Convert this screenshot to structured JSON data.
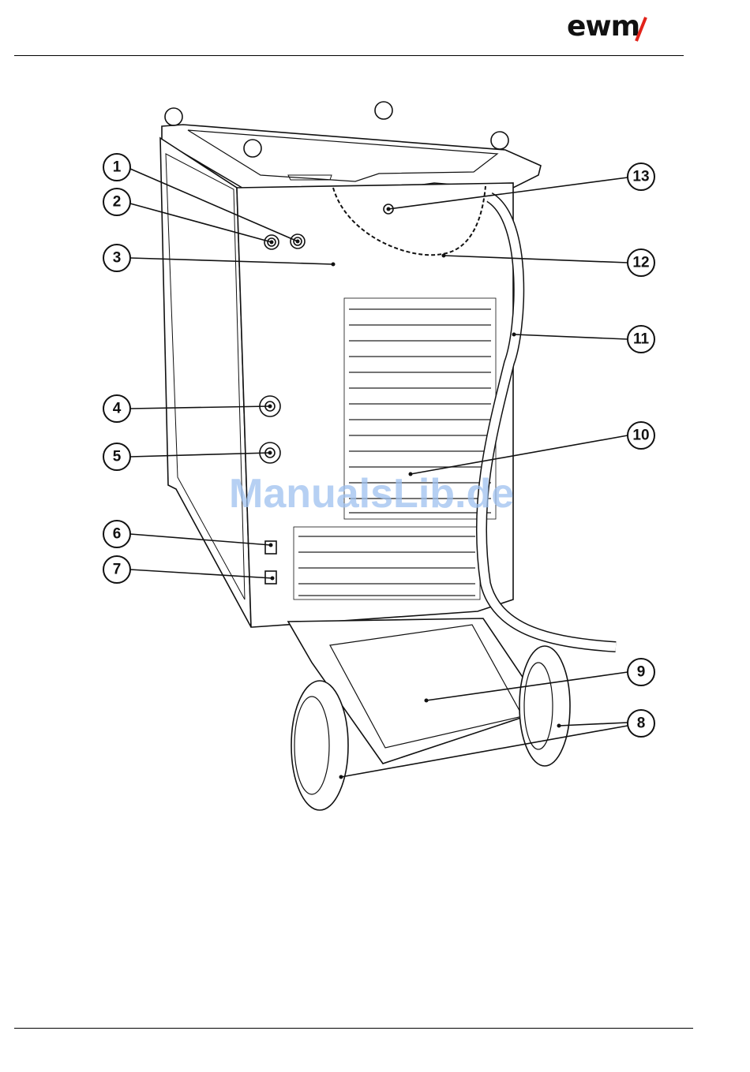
{
  "header": {
    "brand": "ewm"
  },
  "watermark": "ManualsLib.de",
  "callouts": [
    "1",
    "2",
    "3",
    "4",
    "5",
    "6",
    "7",
    "8",
    "9",
    "10",
    "11",
    "12",
    "13"
  ]
}
